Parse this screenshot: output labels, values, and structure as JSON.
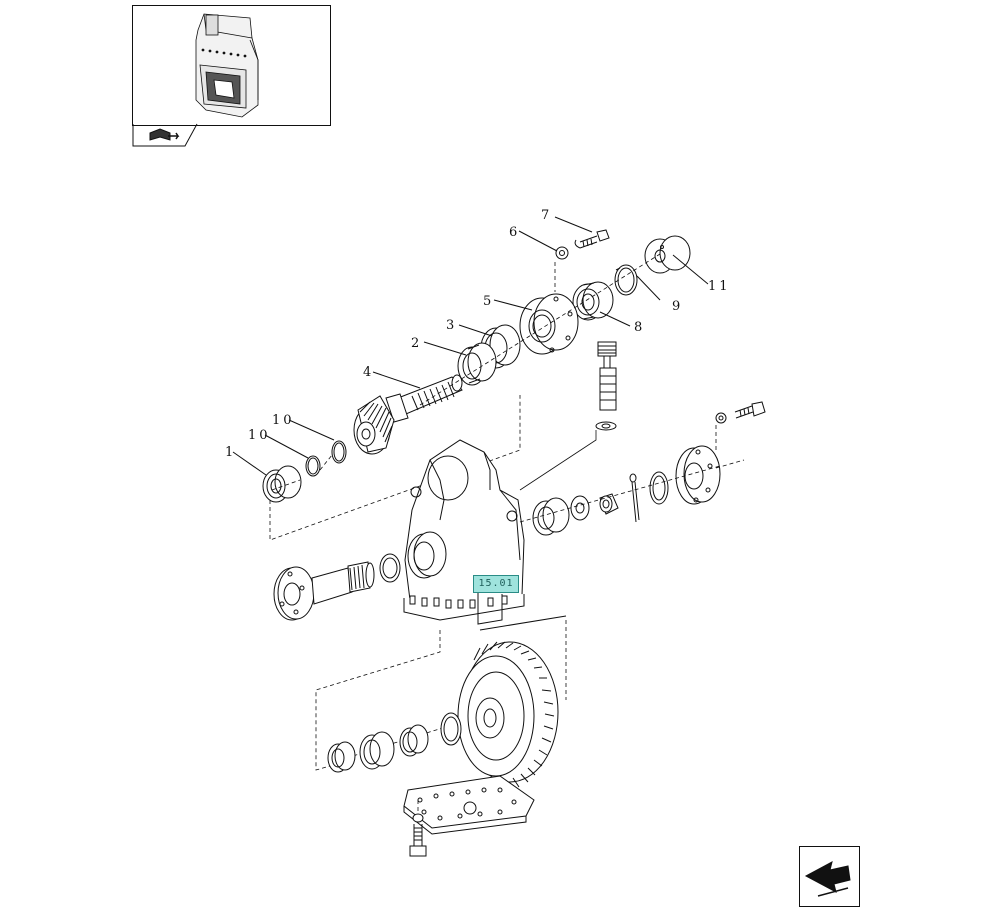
{
  "reference_badge": {
    "label": "15.01",
    "color": "#9fe3dd"
  },
  "thumbnail": {
    "icon": "machine-thumbnail-icon"
  },
  "back_tab": {
    "icon": "book-arrow-icon"
  },
  "nav_button": {
    "icon": "arrow-down-left-icon"
  },
  "callouts": [
    {
      "id": "c1",
      "label": "1"
    },
    {
      "id": "c2",
      "label": "2"
    },
    {
      "id": "c3",
      "label": "3"
    },
    {
      "id": "c4",
      "label": "4"
    },
    {
      "id": "c5",
      "label": "5"
    },
    {
      "id": "c6",
      "label": "6"
    },
    {
      "id": "c7",
      "label": "7"
    },
    {
      "id": "c8",
      "label": "8"
    },
    {
      "id": "c9",
      "label": "9"
    },
    {
      "id": "c10a",
      "label": "10"
    },
    {
      "id": "c10b",
      "label": "10"
    },
    {
      "id": "c11",
      "label": "11"
    }
  ]
}
